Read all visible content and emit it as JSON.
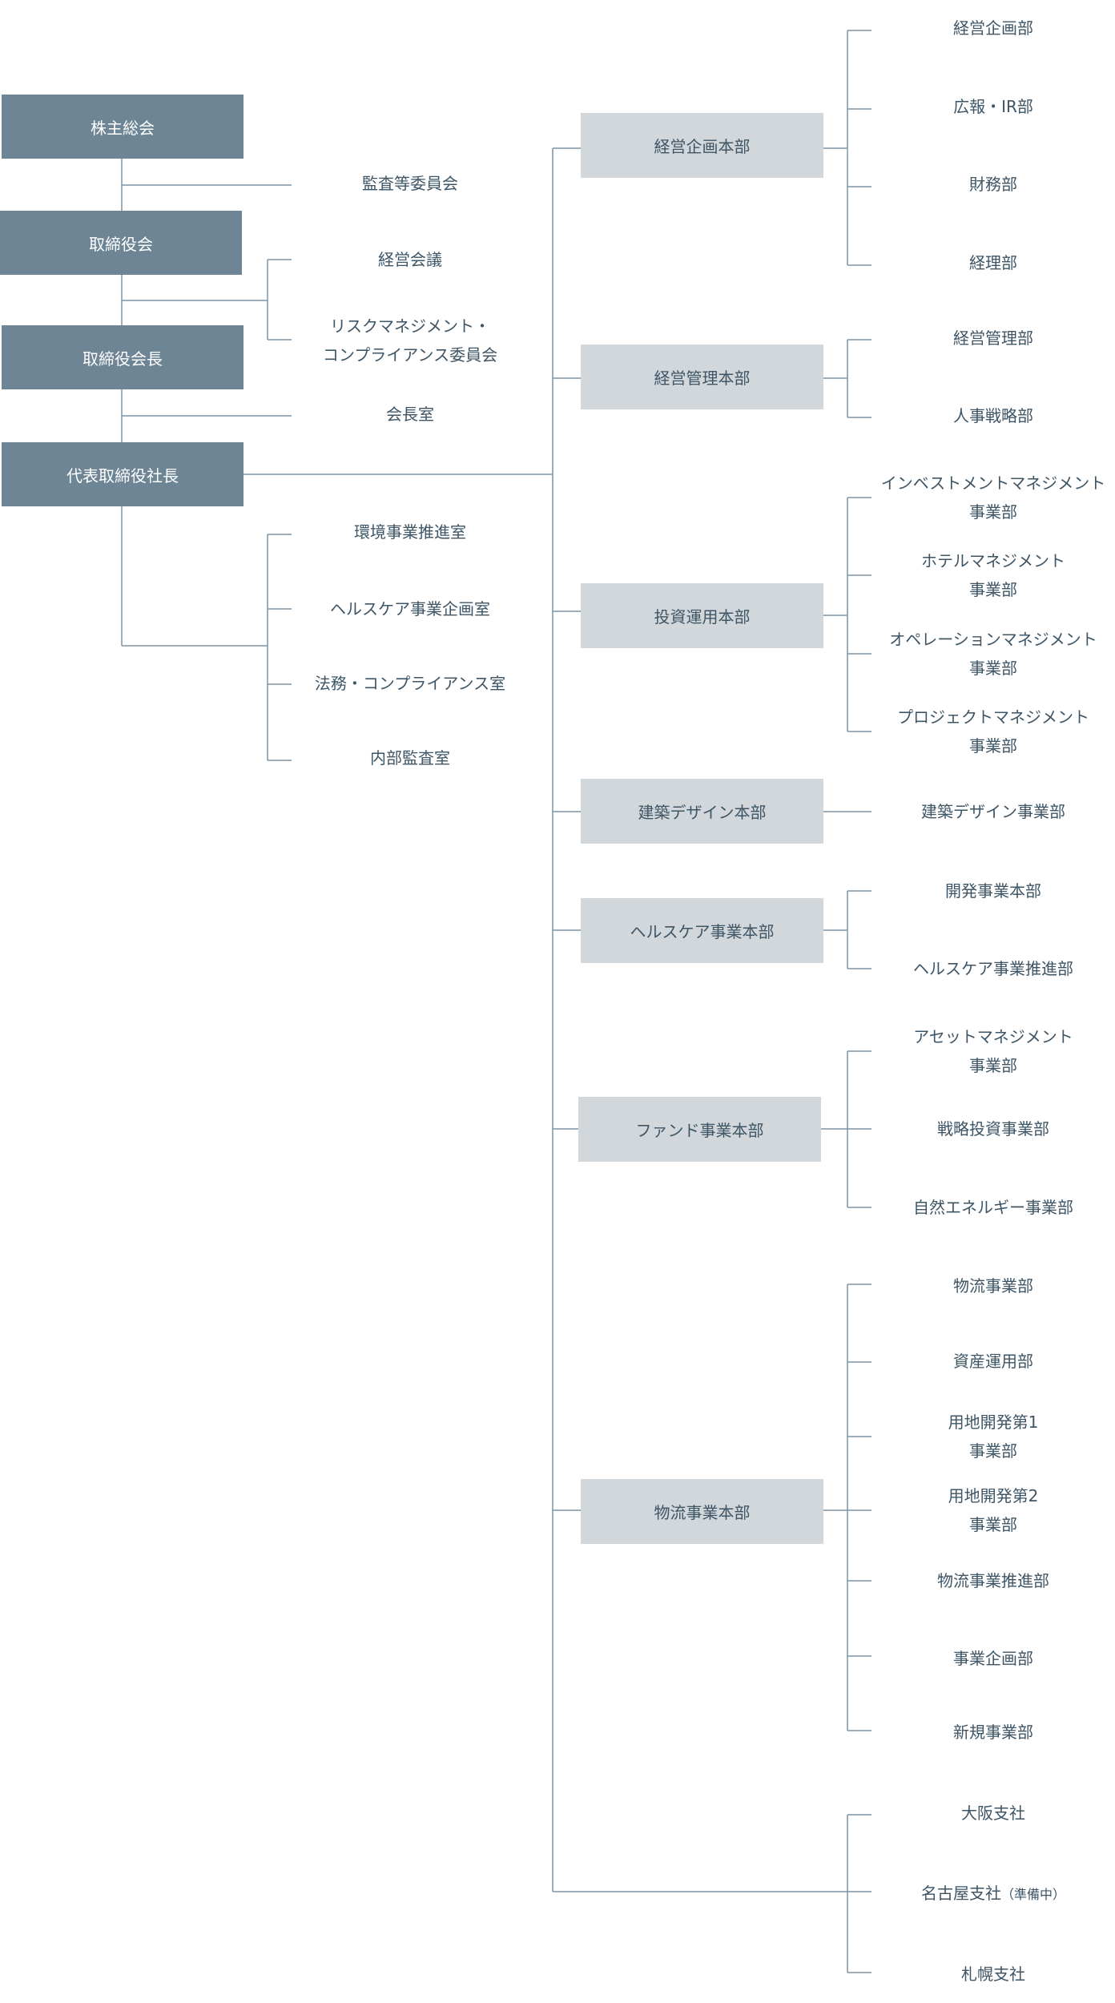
{
  "executive": {
    "shareholders": "株主総会",
    "board": "取締役会",
    "chairman": "取締役会長",
    "president": "代表取締役社長"
  },
  "side": {
    "audit_committee": "監査等委員会",
    "management_meeting": "経営会議",
    "risk_committee_line1": "リスクマネジメント・",
    "risk_committee_line2": "コンプライアンス委員会",
    "chairman_office": "会長室",
    "environment_office": "環境事業推進室",
    "healthcare_planning_office": "ヘルスケア事業企画室",
    "legal_office": "法務・コンプライアンス室",
    "internal_audit_office": "内部監査室"
  },
  "headquarters": {
    "corp_planning": {
      "name": "経営企画本部",
      "depts": [
        "経営企画部",
        "広報・IR部",
        "財務部",
        "経理部"
      ]
    },
    "corp_management": {
      "name": "経営管理本部",
      "depts": [
        "経営管理部",
        "人事戦略部"
      ]
    },
    "investment": {
      "name": "投資運用本部",
      "depts": [
        {
          "l1": "インベストメントマネジメント",
          "l2": "事業部"
        },
        {
          "l1": "ホテルマネジメント",
          "l2": "事業部"
        },
        {
          "l1": "オペレーションマネジメント",
          "l2": "事業部"
        },
        {
          "l1": "プロジェクトマネジメント",
          "l2": "事業部"
        }
      ]
    },
    "architecture": {
      "name": "建築デザイン本部",
      "depts": [
        "建築デザイン事業部"
      ]
    },
    "healthcare": {
      "name": "ヘルスケア事業本部",
      "depts": [
        "開発事業本部",
        "ヘルスケア事業推進部"
      ]
    },
    "fund": {
      "name": "ファンド事業本部",
      "dept_asset_l1": "アセットマネジメント",
      "dept_asset_l2": "事業部",
      "depts": [
        "戦略投資事業部",
        "自然エネルギー事業部"
      ]
    },
    "logistics": {
      "name": "物流事業本部",
      "dept_logistics": "物流事業部",
      "dept_asset": "資産運用部",
      "dept_land1_l1": "用地開発第1",
      "dept_land1_l2": "事業部",
      "dept_land2_l1": "用地開発第2",
      "dept_land2_l2": "事業部",
      "depts_tail": [
        "物流事業推進部",
        "事業企画部",
        "新規事業部"
      ]
    }
  },
  "branches": {
    "osaka": "大阪支社",
    "nagoya": "名古屋支社",
    "nagoya_note": "（準備中）",
    "sapporo": "札幌支社"
  },
  "colors": {
    "exec_box": "#6d8595",
    "hq_box": "#d1d7da",
    "line": "#7d93a3",
    "text": "#3e5566"
  }
}
